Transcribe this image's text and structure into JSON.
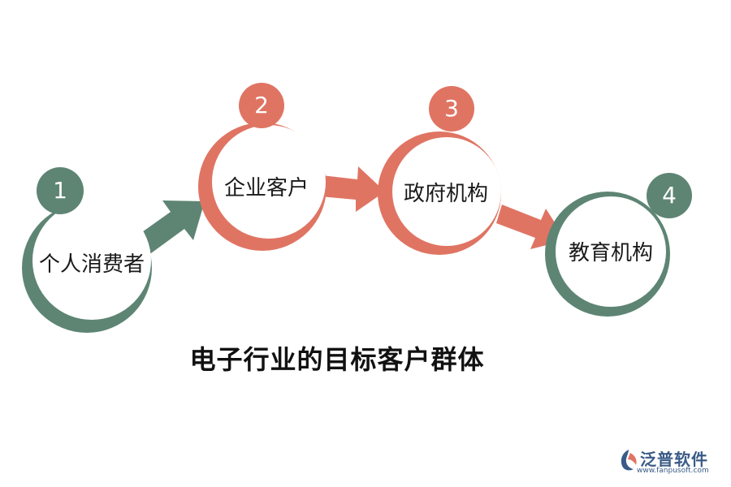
{
  "diagram": {
    "colors": {
      "green": "#5e8574",
      "coral": "#e07463",
      "white": "#ffffff"
    },
    "nodes": [
      {
        "number": "1",
        "label": "个人消费者",
        "color": "green"
      },
      {
        "number": "2",
        "label": "企业客户",
        "color": "coral"
      },
      {
        "number": "3",
        "label": "政府机构",
        "color": "coral"
      },
      {
        "number": "4",
        "label": "教育机构",
        "color": "green"
      }
    ]
  },
  "title": "电子行业的目标客户群体",
  "watermark": {
    "brand": "泛普软件",
    "url": "www.fanpusoft.com"
  }
}
